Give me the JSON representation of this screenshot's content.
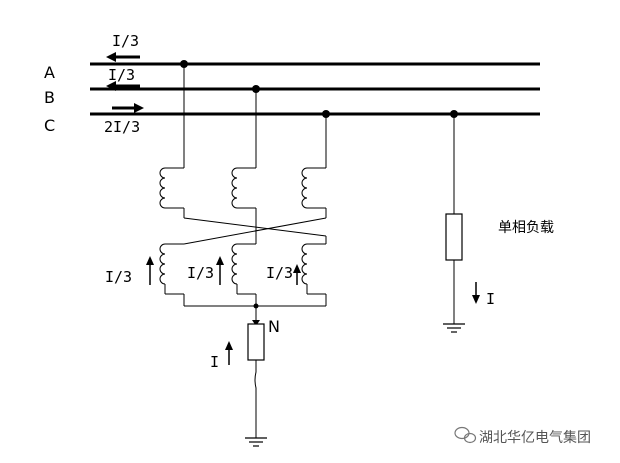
{
  "phases": {
    "a": "A",
    "b": "B",
    "c": "C"
  },
  "currents": {
    "phase_a": "I/3",
    "phase_b": "I/3",
    "phase_c": "2I/3",
    "winding_left": "I/3",
    "winding_mid": "I/3",
    "winding_right": "I/3",
    "neutral": "I",
    "load": "I"
  },
  "neutral_label": "N",
  "load_label": "单相负载",
  "watermark": "湖北华亿电气集团",
  "icons": {
    "watermark": "wechat-icon"
  }
}
